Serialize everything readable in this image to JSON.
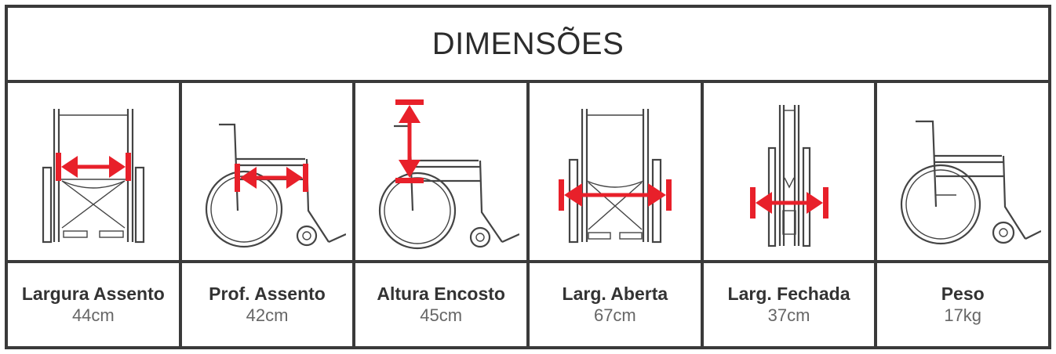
{
  "title": "DIMENSÕES",
  "accent_color": "#e8202a",
  "items": [
    {
      "label": "Largura Assento",
      "value": "44cm",
      "icon": "wheelchair-front-seat-width-icon"
    },
    {
      "label": "Prof. Assento",
      "value": "42cm",
      "icon": "wheelchair-side-seat-depth-icon"
    },
    {
      "label": "Altura Encosto",
      "value": "45cm",
      "icon": "wheelchair-side-backrest-height-icon"
    },
    {
      "label": "Larg. Aberta",
      "value": "67cm",
      "icon": "wheelchair-front-open-width-icon"
    },
    {
      "label": "Larg. Fechada",
      "value": "37cm",
      "icon": "wheelchair-folded-width-icon"
    },
    {
      "label": "Peso",
      "value": "17kg",
      "icon": "wheelchair-side-weight-icon"
    }
  ]
}
